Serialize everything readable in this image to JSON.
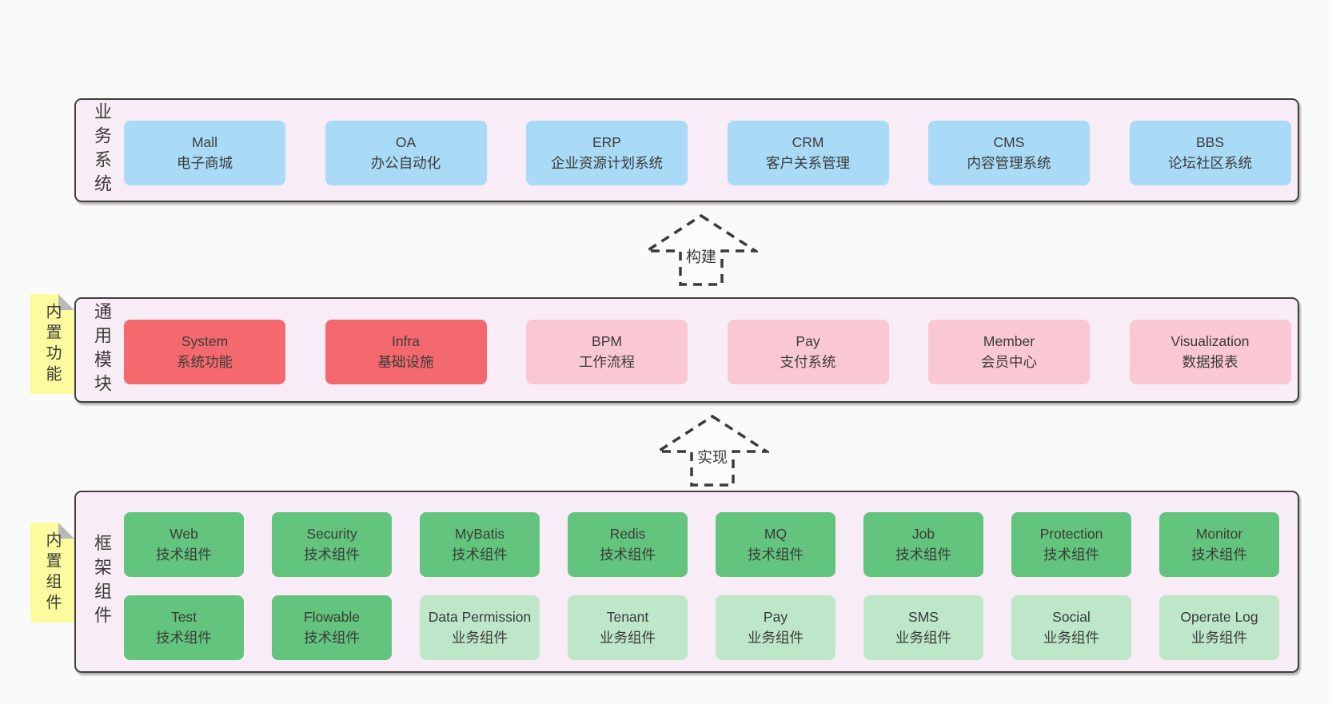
{
  "colors": {
    "page_bg": "#fafafa",
    "section_bg": "#f8edf6",
    "section_border": "#3f3f3f",
    "blue": "#a9daf6",
    "red": "#f4696d",
    "pink": "#f9c8d2",
    "green": "#63c57d",
    "light_green": "#bde7c8",
    "note_yellow": "#fcfc9f",
    "note_fold_gray": "#b9b9b9",
    "text": "#3b3b3b"
  },
  "sections": [
    {
      "label": "业务系统",
      "boxes": [
        {
          "title": "Mall",
          "subtitle": "电子商城"
        },
        {
          "title": "OA",
          "subtitle": "办公自动化"
        },
        {
          "title": "ERP",
          "subtitle": "企业资源计划系统"
        },
        {
          "title": "CRM",
          "subtitle": "客户关系管理"
        },
        {
          "title": "CMS",
          "subtitle": "内容管理系统"
        },
        {
          "title": "BBS",
          "subtitle": "论坛社区系统"
        }
      ]
    },
    {
      "label": "通用模块",
      "note": "内置功能",
      "boxes": [
        {
          "title": "System",
          "subtitle": "系统功能"
        },
        {
          "title": "Infra",
          "subtitle": "基础设施"
        },
        {
          "title": "BPM",
          "subtitle": "工作流程"
        },
        {
          "title": "Pay",
          "subtitle": "支付系统"
        },
        {
          "title": "Member",
          "subtitle": "会员中心"
        },
        {
          "title": "Visualization",
          "subtitle": "数据报表"
        }
      ]
    },
    {
      "label": "框架组件",
      "note": "内置组件",
      "rows": [
        [
          {
            "title": "Web",
            "subtitle": "技术组件"
          },
          {
            "title": "Security",
            "subtitle": "技术组件"
          },
          {
            "title": "MyBatis",
            "subtitle": "技术组件"
          },
          {
            "title": "Redis",
            "subtitle": "技术组件"
          },
          {
            "title": "MQ",
            "subtitle": "技术组件"
          },
          {
            "title": "Job",
            "subtitle": "技术组件"
          },
          {
            "title": "Protection",
            "subtitle": "技术组件"
          },
          {
            "title": "Monitor",
            "subtitle": "技术组件"
          }
        ],
        [
          {
            "title": "Test",
            "subtitle": "技术组件"
          },
          {
            "title": "Flowable",
            "subtitle": "技术组件"
          },
          {
            "title": "Data Permission",
            "subtitle": "业务组件"
          },
          {
            "title": "Tenant",
            "subtitle": "业务组件"
          },
          {
            "title": "Pay",
            "subtitle": "业务组件"
          },
          {
            "title": "SMS",
            "subtitle": "业务组件"
          },
          {
            "title": "Social",
            "subtitle": "业务组件"
          },
          {
            "title": "Operate Log",
            "subtitle": "业务组件"
          }
        ]
      ]
    }
  ],
  "arrows": [
    {
      "label": "构建"
    },
    {
      "label": "实现"
    }
  ]
}
